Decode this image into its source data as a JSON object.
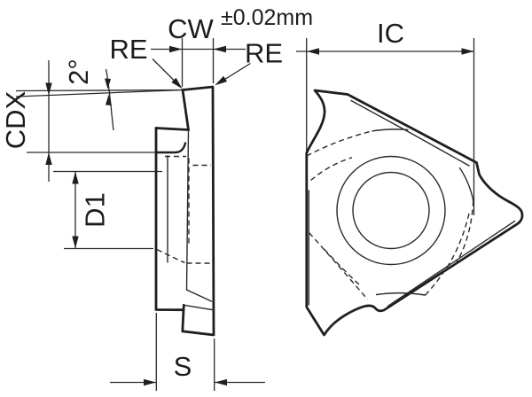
{
  "colors": {
    "background": "#ffffff",
    "line": "#1f1f1f",
    "text": "#1c1c1c"
  },
  "annotations": {
    "cw": {
      "label": "CW",
      "tolerance": "±0.02mm"
    },
    "re_left": {
      "label": "RE"
    },
    "re_right": {
      "label": "RE"
    },
    "edge_angle": {
      "label": "2°"
    },
    "cdx": {
      "label": "CDX"
    },
    "d1": {
      "label": "D1"
    },
    "s": {
      "label": "S"
    },
    "ic": {
      "label": "IC"
    }
  }
}
